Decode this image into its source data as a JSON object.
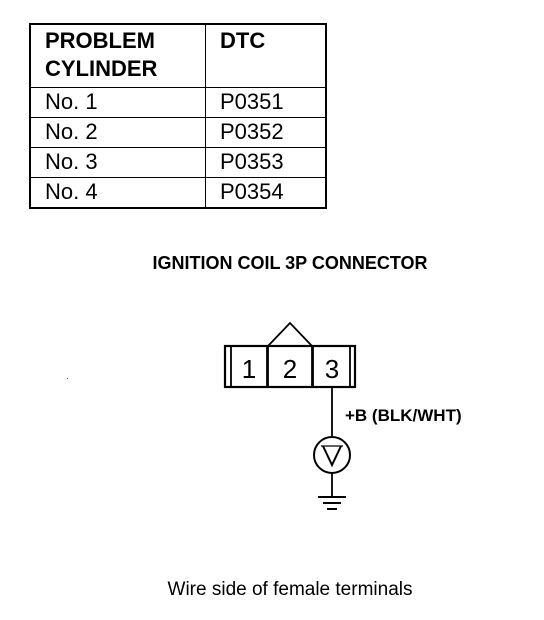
{
  "table": {
    "headers": {
      "cylinder_line1": "PROBLEM",
      "cylinder_line2": "CYLINDER",
      "dtc": "DTC"
    },
    "rows": [
      {
        "cylinder": "No. 1",
        "dtc": "P0351"
      },
      {
        "cylinder": "No. 2",
        "dtc": "P0352"
      },
      {
        "cylinder": "No. 3",
        "dtc": "P0353"
      },
      {
        "cylinder": "No. 4",
        "dtc": "P0354"
      }
    ]
  },
  "connector": {
    "title": "IGNITION COIL 3P CONNECTOR",
    "pins": [
      "1",
      "2",
      "3"
    ],
    "wire_label": "+B (BLK/WHT)",
    "caption": "Wire side of female terminals",
    "meter_symbol": "voltmeter-icon",
    "ground_symbol": "ground-icon"
  }
}
